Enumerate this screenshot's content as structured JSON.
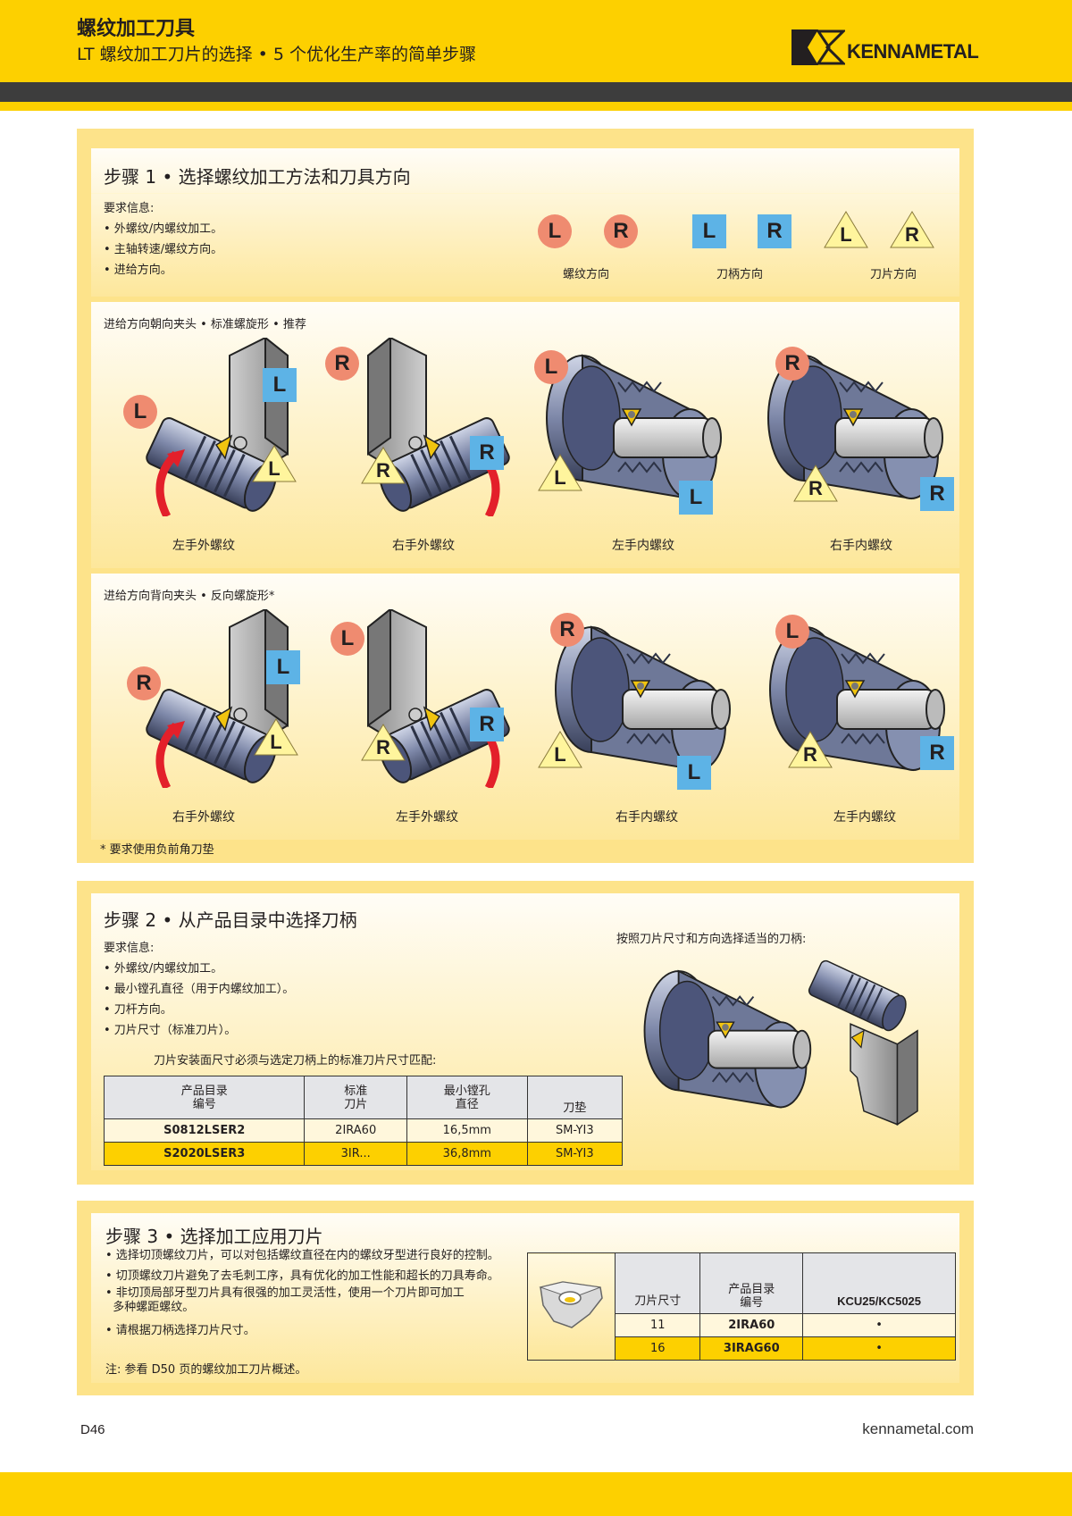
{
  "header": {
    "title": "螺纹加工刀具",
    "subtitle": "LT 螺纹加工刀片的选择 • 5 个优化生产率的简单步骤",
    "brand": "KENNAMETAL",
    "colors": {
      "yellow": "#fdd000",
      "dark": "#3d3d3d"
    }
  },
  "step1": {
    "title": "步骤 1 • 选择螺纹加工方法和刀具方向",
    "req_label": "要求信息:",
    "bullets": [
      "• 外螺纹/内螺纹加工。",
      "• 主轴转速/螺纹方向。",
      "• 进给方向。"
    ],
    "legend": [
      {
        "shape": "circle",
        "letters": [
          "L",
          "R"
        ],
        "label": "螺纹方向"
      },
      {
        "shape": "square",
        "letters": [
          "L",
          "R"
        ],
        "label": "刀柄方向"
      },
      {
        "shape": "triangle",
        "letters": [
          "L",
          "R"
        ],
        "label": "刀片方向"
      }
    ],
    "section_a": {
      "heading": "进给方向朝向夹头 • 标准螺旋形 • 推荐",
      "items": [
        {
          "caption": "左手外螺纹",
          "thread": "L",
          "holder": "L",
          "insert": "L"
        },
        {
          "caption": "右手外螺纹",
          "thread": "R",
          "holder": "R",
          "insert": "R"
        },
        {
          "caption": "左手内螺纹",
          "thread": "L",
          "holder": "L",
          "insert": "L"
        },
        {
          "caption": "右手内螺纹",
          "thread": "R",
          "holder": "R",
          "insert": "R"
        }
      ]
    },
    "section_b": {
      "heading": "进给方向背向夹头 • 反向螺旋形*",
      "items": [
        {
          "caption": "右手外螺纹",
          "thread": "R",
          "holder": "L",
          "insert": "L"
        },
        {
          "caption": "左手外螺纹",
          "thread": "L",
          "holder": "R",
          "insert": "R"
        },
        {
          "caption": "右手内螺纹",
          "thread": "R",
          "holder": "L",
          "insert": "L"
        },
        {
          "caption": "左手内螺纹",
          "thread": "L",
          "holder": "R",
          "insert": "R"
        }
      ]
    },
    "footnote": "* 要求使用负前角刀垫"
  },
  "step2": {
    "title": "步骤 2 • 从产品目录中选择刀柄",
    "req_label": "要求信息:",
    "bullets": [
      "• 外螺纹/内螺纹加工。",
      "• 最小镗孔直径（用于内螺纹加工）。",
      "• 刀杆方向。",
      "• 刀片尺寸（标准刀片）。"
    ],
    "note": "刀片安装面尺寸必须与选定刀柄上的标准刀片尺寸匹配:",
    "right_caption": "按照刀片尺寸和方向选择适当的刀柄:",
    "table": {
      "headers": [
        "产品目录\n编号",
        "标准\n刀片",
        "最小镗孔\n直径",
        "刀垫"
      ],
      "rows": [
        [
          "S0812LSER2",
          "2IRA60",
          "16,5mm",
          "SM-YI3"
        ],
        [
          "S2020LSER3",
          "3IR...",
          "36,8mm",
          "SM-YI3"
        ]
      ]
    }
  },
  "step3": {
    "title": "步骤 3 • 选择加工应用刀片",
    "bullets": [
      "• 选择切顶螺纹刀片，可以对包括螺纹直径在内的螺纹牙型进行良好的控制。",
      "• 切顶螺纹刀片避免了去毛刺工序，具有优化的加工性能和超长的刀具寿命。",
      "• 非切顶局部牙型刀片具有很强的加工灵活性，使用一个刀片即可加工\n  多种螺距螺纹。",
      "• 请根据刀柄选择刀片尺寸。"
    ],
    "note": "注: 参看 D50 页的螺纹加工刀片概述。",
    "table": {
      "headers": [
        "刀片尺寸",
        "产品目录\n编号",
        "KCU25/KC5025"
      ],
      "rows": [
        [
          "11",
          "2IRA60",
          "•"
        ],
        [
          "16",
          "3IRAG60",
          "•"
        ]
      ]
    }
  },
  "footer": {
    "page": "D46",
    "site": "kennametal.com"
  }
}
